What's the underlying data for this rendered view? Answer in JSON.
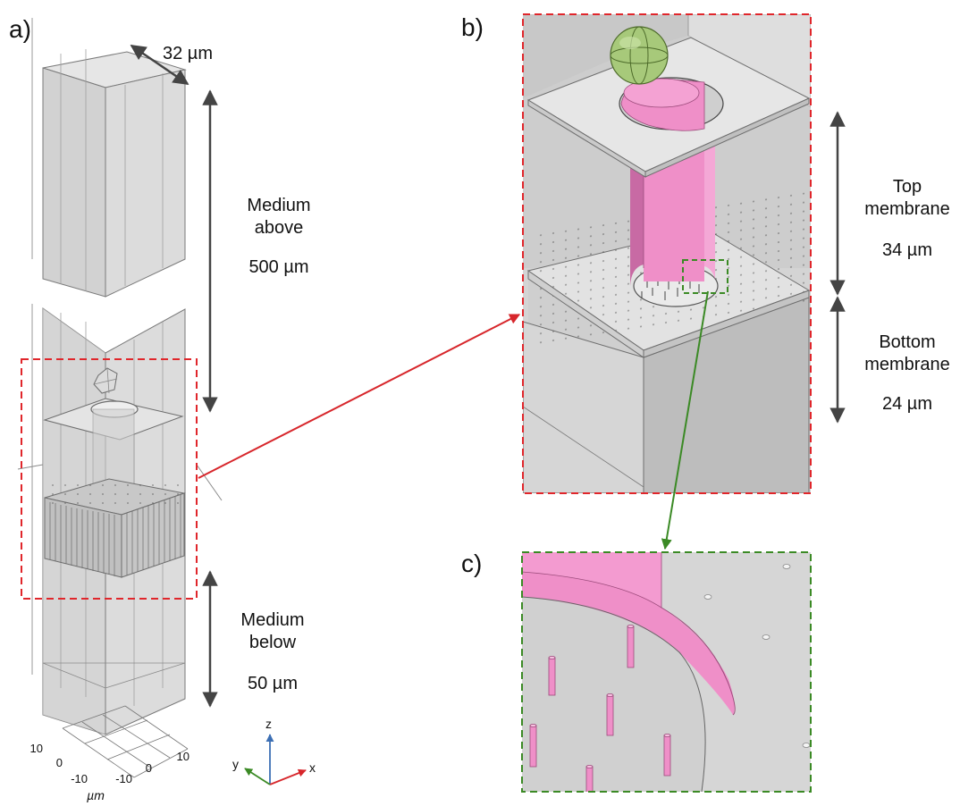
{
  "panels": {
    "a": {
      "label": "a)",
      "width_label": "32 µm",
      "medium_above": {
        "line1": "Medium",
        "line2": "above",
        "thickness": "500 µm"
      },
      "medium_below": {
        "line1": "Medium",
        "line2": "below",
        "thickness": "50 µm"
      },
      "axis_ticks": {
        "left": [
          "10",
          "0",
          "-10"
        ],
        "right": [
          "-10",
          "0",
          "10"
        ],
        "unit": "µm"
      }
    },
    "b": {
      "label": "b)",
      "top_membrane": {
        "line1": "Top",
        "line2": "membrane",
        "thickness": "34 µm"
      },
      "bottom_membrane": {
        "line1": "Bottom",
        "line2": "membrane",
        "thickness": "24 µm"
      }
    },
    "c": {
      "label": "c)"
    }
  },
  "triad": {
    "z": "z",
    "y": "y",
    "x": "x"
  },
  "colors": {
    "box_fill": "#d9d9d9",
    "box_edge": "#8a8a8a",
    "pink": "#ef8fc8",
    "green_sphere": "#a7c97a",
    "red_dashed": "#e0262b",
    "green_dashed": "#3b8a25",
    "arrow_grey": "#444444"
  }
}
